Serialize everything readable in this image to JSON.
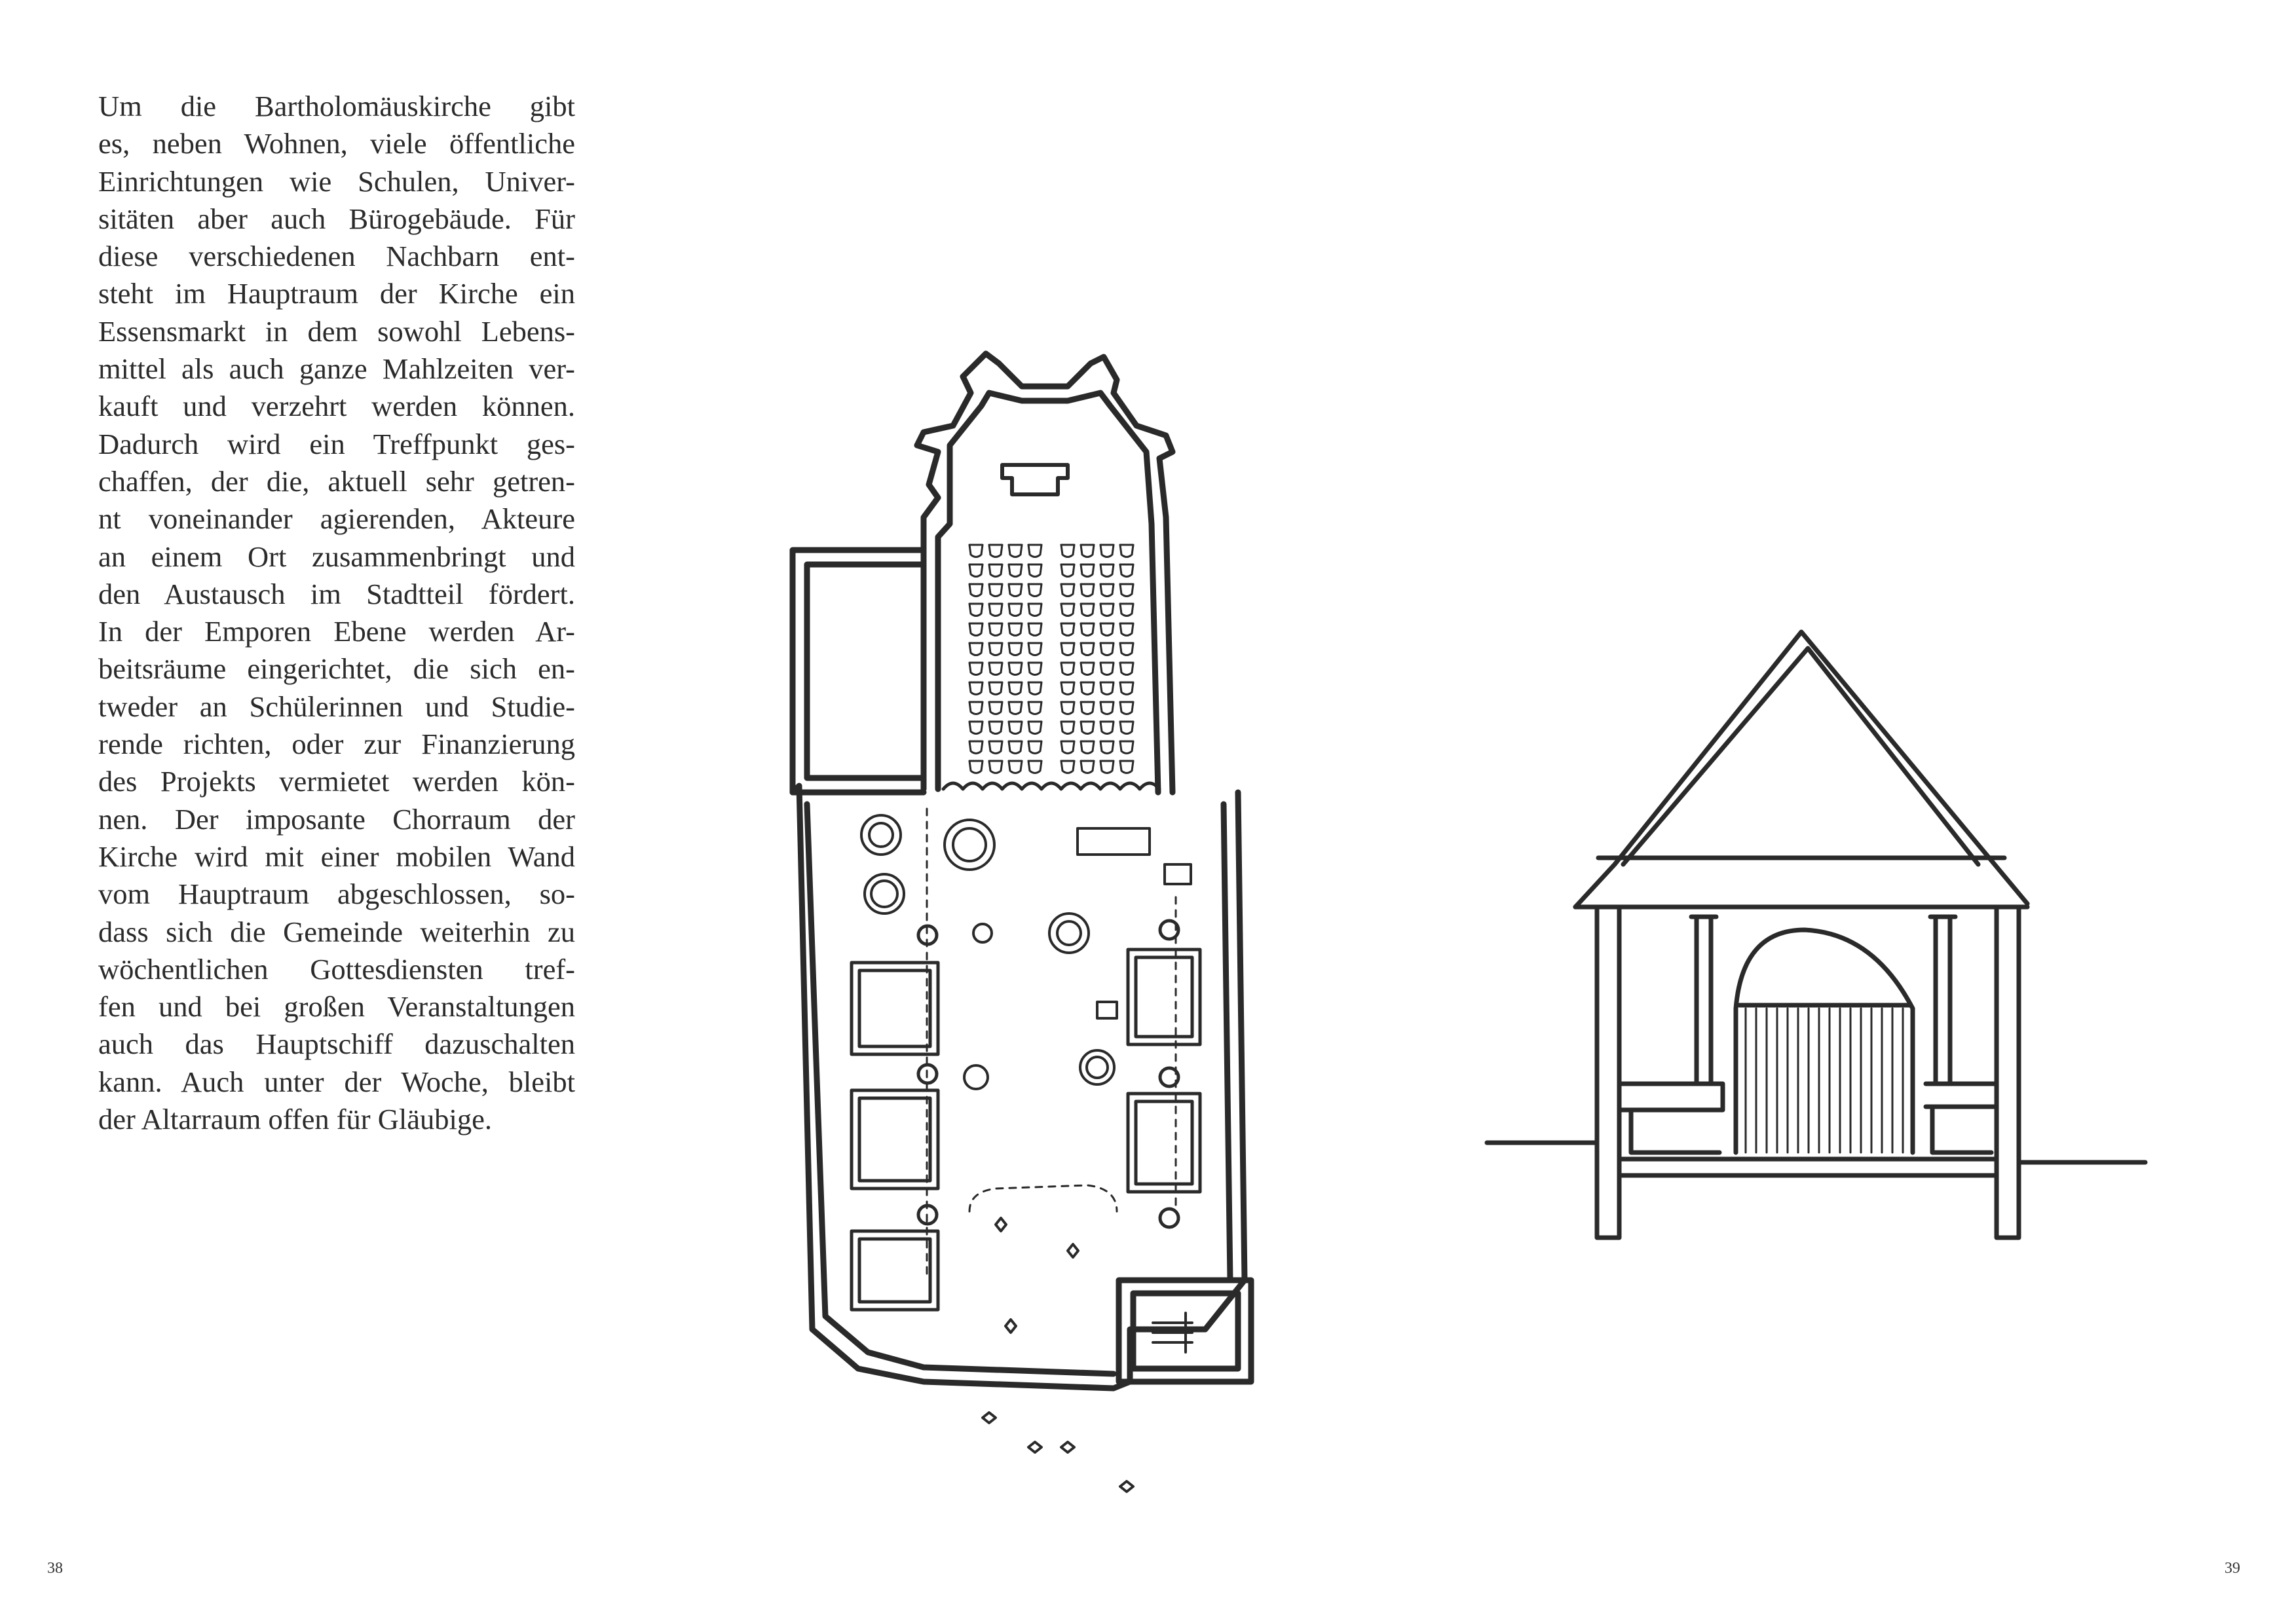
{
  "text": {
    "lines": [
      "Um die Bartholomäuskirche gibt",
      "es, neben Wohnen, viele öffentliche",
      "Einrichtungen wie Schulen, Univer-",
      "sitäten aber auch Bürogebäude. Für",
      "diese verschiedenen Nachbarn ent-",
      "steht im Hauptraum der Kirche ein",
      "Essensmarkt in dem sowohl Lebens-",
      "mittel als auch ganze Mahlzeiten ver-",
      "kauft und verzehrt werden können.",
      "Dadurch wird ein Treffpunkt ges-",
      "chaffen, der die, aktuell sehr getren-",
      "nt voneinander agierenden, Akteure",
      "an einem Ort zusammenbringt und",
      "den Austausch im Stadtteil fördert.",
      "In der Emporen Ebene werden Ar-",
      "beitsräume eingerichtet, die sich en-",
      "tweder an Schülerinnen und Studie-",
      "rende richten, oder zur Finanzierung",
      "des Projekts vermietet werden kön-",
      "nen. Der imposante Chorraum der",
      "Kirche wird mit einer mobilen Wand",
      "vom Hauptraum abgeschlossen, so-",
      "dass sich die Gemeinde weiterhin zu",
      "wöchentlichen Gottesdiensten tref-",
      "fen und bei großen Veranstaltungen",
      "auch das Hauptschiff dazuschalten",
      "kann. Auch unter der Woche, bleibt",
      "der Altarraum offen für Gläubige."
    ]
  },
  "folios": {
    "left": "38",
    "right": "39"
  },
  "colors": {
    "ink": "#2a2a2a",
    "paper": "#ffffff"
  },
  "illustrations": [
    "floor-plan-sketch",
    "cross-section-sketch"
  ]
}
